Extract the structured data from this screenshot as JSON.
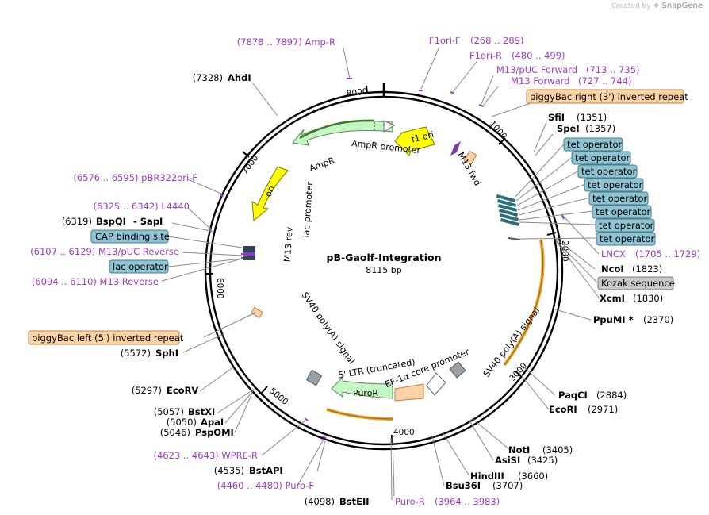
{
  "brand": {
    "created_by": "Created by",
    "name": "SnapGene"
  },
  "plasmid": {
    "name": "pB-Gaolf-Integration",
    "length": "8115 bp"
  },
  "ticks": [
    "1000",
    "2000",
    "3000",
    "4000",
    "5000",
    "6000",
    "7000",
    "8000"
  ],
  "primers": {
    "amp_r": "(7878 .. 7897)  Amp-R",
    "f1ori_f": "F1ori-F",
    "f1ori_f_coord": "(268 .. 289)",
    "f1ori_r": "F1ori-R",
    "f1ori_r_coord": "(480 .. 499)",
    "m13_puc_forward": "M13/pUC Forward",
    "m13_puc_forward_coord": "(713 .. 735)",
    "m13_forward": "M13 Forward",
    "m13_forward_coord": "(727 .. 744)",
    "pbr322": "(6576 .. 6595)  pBR322ori-F",
    "l4440": "(6325 .. 6342)  L4440",
    "m13_puc_reverse": "(6107 .. 6129)  M13/pUC Reverse",
    "m13_reverse": "(6094 .. 6110)  M13 Reverse",
    "lncx": "LNCX",
    "lncx_coord": "(1705 .. 1729)",
    "wpre_r": "(4623 .. 4643)  WPRE-R",
    "puro_f": "(4460 .. 4480)  Puro-F",
    "puro_r": "Puro-R",
    "puro_r_coord": "(3964 .. 3983)"
  },
  "sites": {
    "ahdi_coord": "(7328)",
    "ahdi": "AhdI",
    "sfii": "SfiI",
    "sfii_coord": "(1351)",
    "spei": "SpeI",
    "spei_coord": "(1357)",
    "bspqi_coord": "(6319)",
    "bspqi": "BspQI",
    "sapi": "-  SapI",
    "ncoi": "NcoI",
    "ncoi_coord": "(1823)",
    "xcmi": "XcmI",
    "xcmi_coord": "(1830)",
    "ppumi": "PpuMI *",
    "ppumi_coord": "(2370)",
    "sphi_coord": "(5572)",
    "sphi": "SphI",
    "ecorv_coord": "(5297)",
    "ecorv": "EcoRV",
    "paqci": "PaqCI",
    "paqci_coord": "(2884)",
    "ecori": "EcoRI",
    "ecori_coord": "(2971)",
    "bstxi_coord": "(5057)",
    "bstxi": "BstXI",
    "apai_coord": "(5050)",
    "apai": "ApaI",
    "pspomi_coord": "(5046)",
    "pspomi": "PspOMI",
    "noti": "NotI",
    "noti_coord": "(3405)",
    "asisi": "AsiSI",
    "asisi_coord": "(3425)",
    "hindiii": "HindIII",
    "hindiii_coord": "(3660)",
    "bsu36i": "Bsu36I",
    "bsu36i_coord": "(3707)",
    "bstapi_coord": "(4535)",
    "bstapi": "BstAPI",
    "bsteii_coord": "(4098)",
    "bsteii": "BstEII"
  },
  "boxed": {
    "piggybac_right": "piggyBac right (3') inverted repeat",
    "piggybac_left": "piggyBac left (5') inverted repeat",
    "tet_operator": "tet operator",
    "cap_binding": "CAP binding site",
    "lac_operator": "lac operator",
    "kozak": "Kozak sequence"
  },
  "features": {
    "f1_ori": "f1 ori",
    "ampr_promoter": "AmpR promoter",
    "ampr": "AmpR",
    "ori": "ori",
    "lac_promoter": "lac promoter",
    "m13_rev": "M13 rev",
    "m13_fwd": "M13 fwd",
    "sv40_polya_left": "SV40 poly(A) signal",
    "sv40_polya_right": "SV40 poly(A) signal",
    "ef1a_core": "EF-1α core promoter",
    "ltr": "5' LTR (truncated)",
    "puror": "PuroR"
  },
  "colors": {
    "primer": "#a03ac8",
    "f1_ori": "#ffff00",
    "ampr": "#c5f7c5",
    "tet_operator_box": "#8ec3d1",
    "piggybac_box": "#fcd3a6",
    "kozak_box": "#c8c8c8",
    "orange_arc": "#e9a227"
  }
}
